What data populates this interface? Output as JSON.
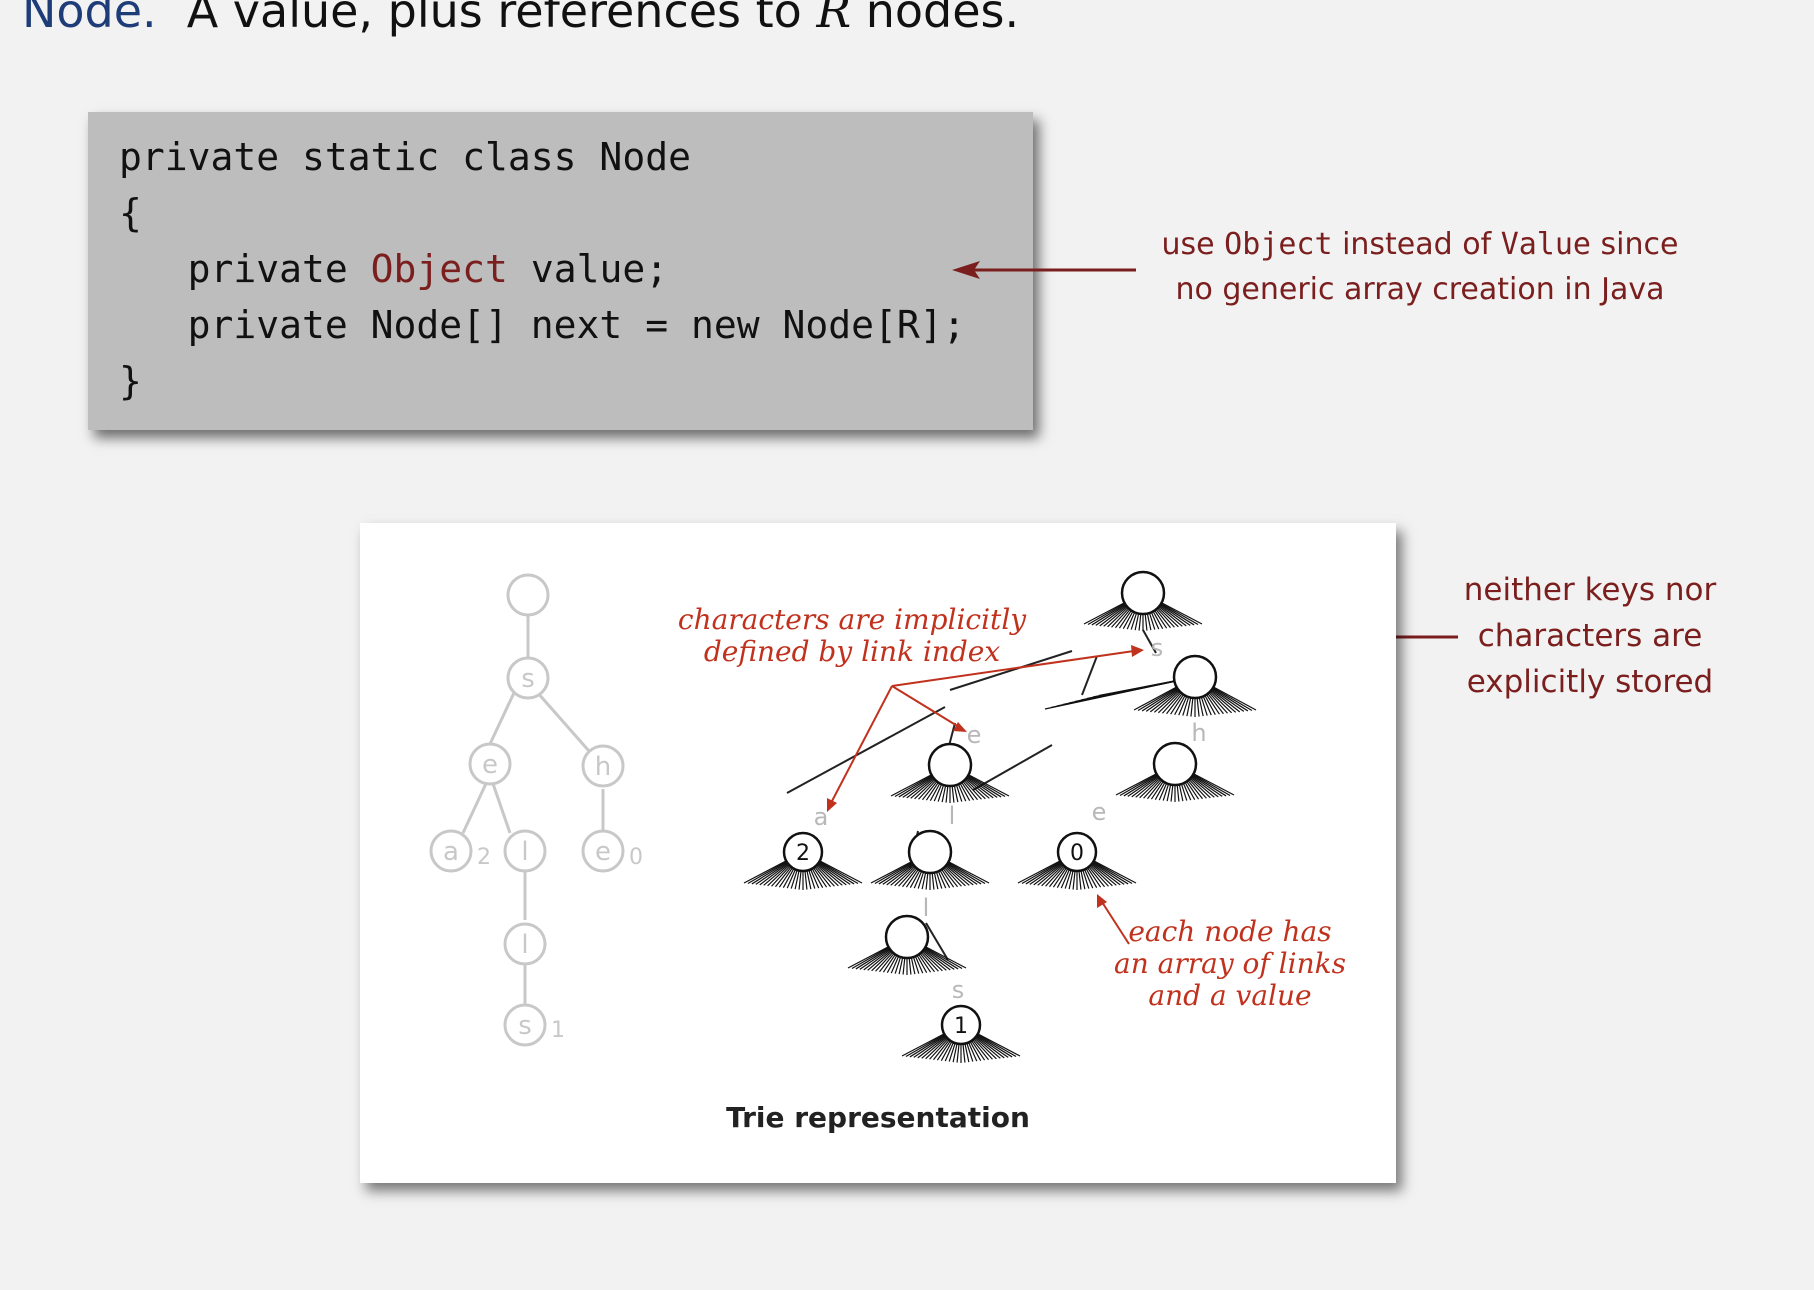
{
  "heading": {
    "term": "Node.",
    "text_before": "A value, plus references to ",
    "variable": "R",
    "text_after": " nodes."
  },
  "code": {
    "line1": "private static class Node",
    "line2": "{",
    "line3_pre": "   private ",
    "line3_type": "Object",
    "line3_post": " value;",
    "line4": "   private Node[] next = new Node[R];",
    "line5": "}"
  },
  "notes": {
    "object_note": {
      "part1": "use ",
      "code1": "Object",
      "part2": " instead of ",
      "code2": "Value",
      "part3": " since",
      "line2": "no generic array creation in Java"
    },
    "storage_note": {
      "line1": "neither keys nor",
      "line2": "characters are",
      "line3": "explicitly stored"
    }
  },
  "figure": {
    "caption": "Trie representation",
    "annotation_link_index": {
      "line1": "characters are implicitly",
      "line2": "defined by link index"
    },
    "annotation_node": {
      "line1": "each node has",
      "line2": "an array of links",
      "line3": "and a value"
    },
    "simple_trie": {
      "nodes": [
        "",
        "s",
        "e",
        "h",
        "a",
        "l",
        "e",
        "l",
        "s"
      ],
      "values": {
        "a": "2",
        "e": "0",
        "s": "1"
      }
    },
    "array_trie": {
      "link_labels": [
        "s",
        "e",
        "h",
        "a",
        "l",
        "e",
        "l",
        "s"
      ],
      "node_values": [
        "2",
        "0",
        "1"
      ]
    }
  },
  "colors": {
    "heading_term": "#1d3c78",
    "note_text": "#7a1e1e",
    "figure_annotation": "#c0321e",
    "code_background": "#bdbdbd",
    "ghost_trie": "#c8c8c8"
  }
}
